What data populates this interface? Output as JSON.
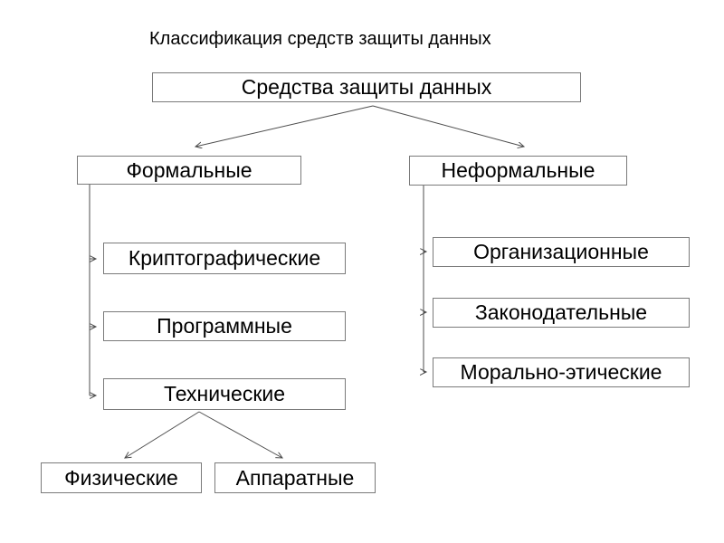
{
  "title": "Классификация средств защиты данных",
  "nodes": {
    "root": {
      "label": "Средства защиты данных"
    },
    "formal": {
      "label": "Формальные"
    },
    "informal": {
      "label": "Неформальные"
    },
    "cryptographic": {
      "label": "Криптографические"
    },
    "software": {
      "label": "Программные"
    },
    "technical": {
      "label": "Технические"
    },
    "physical": {
      "label": "Физические"
    },
    "hardware": {
      "label": "Аппаратные"
    },
    "organizational": {
      "label": "Организационные"
    },
    "legislative": {
      "label": "Законодательные"
    },
    "moral_ethical": {
      "label": "Морально-этические"
    }
  },
  "edges": [
    {
      "from": "root",
      "to": "formal"
    },
    {
      "from": "root",
      "to": "informal"
    },
    {
      "from": "formal",
      "to": "cryptographic"
    },
    {
      "from": "formal",
      "to": "software"
    },
    {
      "from": "formal",
      "to": "technical"
    },
    {
      "from": "technical",
      "to": "physical"
    },
    {
      "from": "technical",
      "to": "hardware"
    },
    {
      "from": "informal",
      "to": "organizational"
    },
    {
      "from": "informal",
      "to": "legislative"
    },
    {
      "from": "informal",
      "to": "moral_ethical"
    }
  ],
  "colors": {
    "background": "#ffffff",
    "box_border": "#7a7a7a",
    "connector_line": "#4d4d4d",
    "text": "#000000"
  }
}
